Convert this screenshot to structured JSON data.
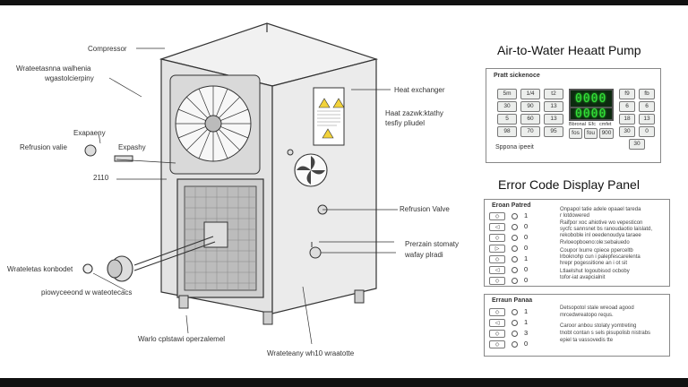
{
  "diagram": {
    "labels": {
      "compressor": "Compressor",
      "water_line_1": "Wrateetasnna walhenia",
      "water_line_2": "wgastolcierpiny",
      "expansion_1": "Exapaeny",
      "expansion_2": "Expashy",
      "refrusion_valve_left": "Refrusion valie",
      "code_2110": "2110",
      "water_konbodet": "Wrateletas konbodet",
      "piowyceeond": "piowyceeond w wateotecacs",
      "water_cpistawi": "Warlo cplstawi operzalemel",
      "wrateteany": "Wrateteany wh10 wraatotte",
      "heat_exchanger": "Heat exchanger",
      "haat_zazwk_1": "Haat zazwk:ktathy",
      "haat_zazwk_2": "tesfiy pliudel",
      "refrusion_valve_right": "Refrusion Valve",
      "prerzain_1": "Prerzain stomaty",
      "prerzain_2": "wafay plradi"
    }
  },
  "right_panel": {
    "main_title": "Air-to-Water Heaatt Pump",
    "control_panel": {
      "title": "Pratt sickenoce",
      "footer": "Sppona ipeeit",
      "lcd_value": "0000",
      "lcd_value_2": "0000",
      "left_buttons": [
        "5m",
        "1/4",
        "t2",
        "30",
        "90",
        "13",
        "5",
        "60",
        "13",
        "98",
        "70",
        "95"
      ],
      "right_buttons": [
        "f9",
        "fb",
        "6",
        "6",
        "18",
        "13",
        "30",
        "0",
        "30"
      ],
      "lcd_labels": [
        "Bbronal",
        "Efc",
        "cmfet"
      ],
      "lcd_under": [
        "fos",
        "fou",
        "900"
      ]
    },
    "error_title": "Error Code Display Panel",
    "error_panel_1": {
      "title": "Eroan Patred",
      "rows": [
        "1",
        "0",
        "0",
        "0",
        "1",
        "0",
        "0"
      ],
      "description": [
        "Onpapol tatie adele opaael tareda",
        "r lotdowered",
        "Raifpor xoc ahiotive wo vepesticon",
        "sycfc sannsnet bs ranoudaotio laislatd,",
        "rekoboble inl oeedenoudya taraee",
        "Rvloeopboeno:ole:sebaiuedo",
        "Coupor lxurre cpiece pperceltb",
        "lrboknohp cun i palepfescarelenta",
        "hrepr pogessitione an i ot sit",
        "Ltlaelshut Iogoubisod ocboby",
        "tofor-iat avapcialnit"
      ]
    },
    "error_panel_2": {
      "title": "Erraun Panaa",
      "rows": [
        "1",
        "1",
        "3",
        "0"
      ],
      "description": [
        "Detsopotol stale wreoad agood",
        "mrcedwreatopo requs.",
        "Caroor anbou stolaty yomtreting",
        "tnobt contan s sels pisupolisb nistrabs",
        "epiel ta vassovedis tte"
      ]
    }
  }
}
